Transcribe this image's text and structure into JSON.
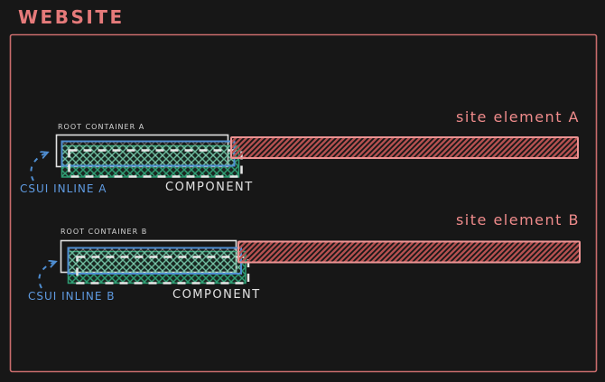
{
  "website": {
    "title": "WEBSITE"
  },
  "groups": [
    {
      "root_label": "ROOT CONTAINER A",
      "csui_label": "CSUI INLINE A",
      "component_label": "COMPONENT",
      "site_label": "site element A"
    },
    {
      "root_label": "ROOT CONTAINER B",
      "csui_label": "CSUI INLINE B",
      "component_label": "COMPONENT",
      "site_label": "site element B"
    }
  ],
  "colors": {
    "background": "#171717",
    "red_stroke": "#e57a7a",
    "red_bar_border": "#ec9393",
    "red_bar_hatch": "#b35050",
    "blue": "#4f8ed2",
    "blue_text": "#5f9be2",
    "green": "#2f9e74",
    "white_stroke": "#e2e2e2",
    "white_text": "#e3e3e3",
    "gray_small_text": "#d4d4d4"
  }
}
